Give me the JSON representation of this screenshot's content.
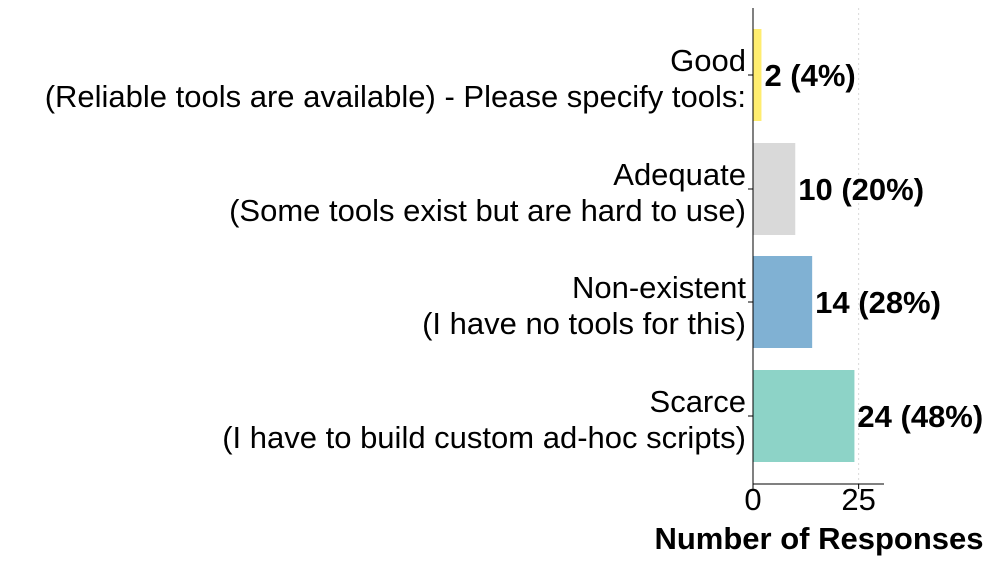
{
  "chart_data": {
    "type": "bar",
    "orientation": "horizontal",
    "categories": [
      [
        "Good",
        "(Reliable tools are available) - Please specify tools:"
      ],
      [
        "Adequate",
        "(Some tools exist but are hard to use)"
      ],
      [
        "Non-existent",
        "(I have no tools for this)"
      ],
      [
        "Scarce",
        "(I have to build custom ad-hoc scripts)"
      ]
    ],
    "values": [
      2,
      10,
      14,
      24
    ],
    "value_labels": [
      "2 (4%)",
      "10 (20%)",
      "14 (28%)",
      "24 (48%)"
    ],
    "colors": [
      "#ffed6f",
      "#d9d9d9",
      "#80b1d3",
      "#8dd3c7"
    ],
    "xlabel": "Number of Responses",
    "xlim": [
      0,
      31
    ],
    "xticks": [
      0,
      25
    ],
    "xtick_labels": [
      "0",
      "25"
    ],
    "grid": "x-dashed",
    "legend": "none"
  }
}
